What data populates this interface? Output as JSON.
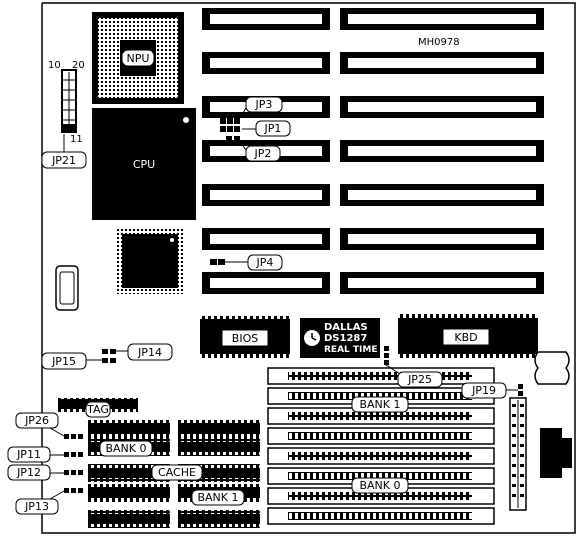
{
  "model_code": "MH0978",
  "chips": {
    "npu": "NPU",
    "cpu": "CPU",
    "bios": "BIOS",
    "kbd": "KBD",
    "tag": "TAG",
    "cache": "CACHE"
  },
  "rtc": {
    "line1": "DALLAS",
    "line2": "DS1287",
    "line3": "REAL TIME"
  },
  "jumpers": {
    "jp1": "JP1",
    "jp2": "JP2",
    "jp3": "JP3",
    "jp4": "JP4",
    "jp11": "JP11",
    "jp12": "JP12",
    "jp13": "JP13",
    "jp14": "JP14",
    "jp15": "JP15",
    "jp19": "JP19",
    "jp21": "JP21",
    "jp25": "JP25",
    "jp26": "JP26"
  },
  "connector_pins": {
    "left": "10",
    "right": "20",
    "bottom": "11"
  },
  "memory": {
    "cache_bank0": "BANK 0",
    "cache_bank1": "BANK 1",
    "simm_bank1": "BANK 1",
    "simm_bank0": "BANK 0"
  }
}
